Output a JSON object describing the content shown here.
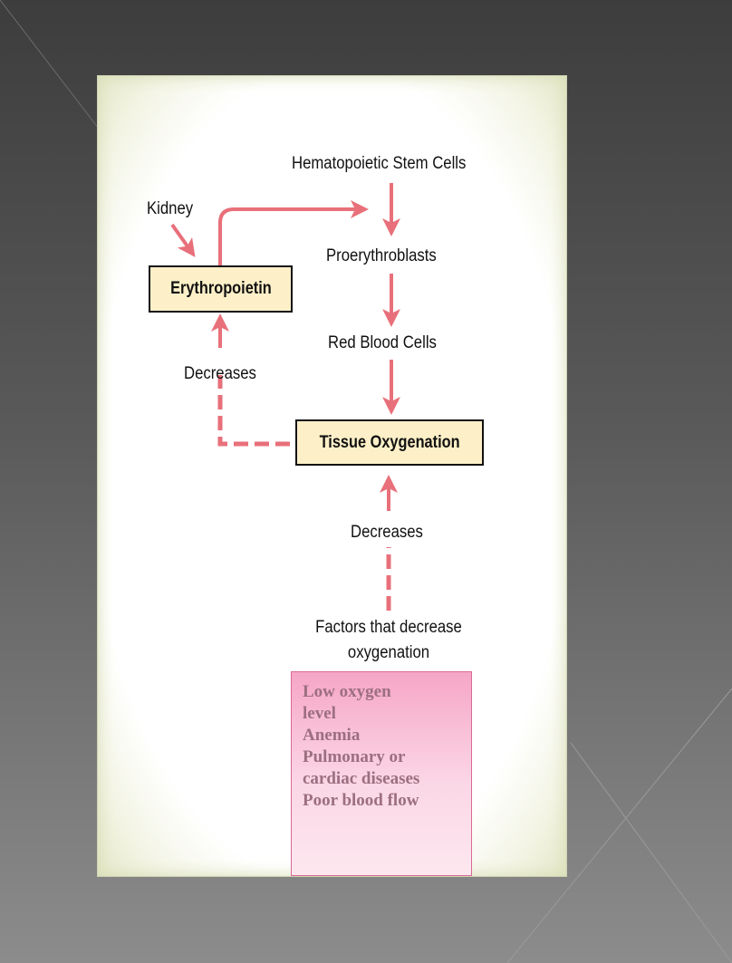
{
  "diagram": {
    "nodes": {
      "stem_cells": "Hematopoietic Stem Cells",
      "kidney": "Kidney",
      "erythropoietin": "Erythropoietin",
      "proerythroblasts": "Proerythroblasts",
      "red_blood_cells": "Red Blood Cells",
      "decreases_left": "Decreases",
      "tissue_oxygenation": "Tissue Oxygenation",
      "decreases_bottom": "Decreases",
      "factors_line1": "Factors that decrease",
      "factors_line2": "oxygenation"
    },
    "factors": [
      "Low oxygen",
      "level",
      "Anemia",
      "Pulmonary or",
      "cardiac diseases",
      "Poor blood flow"
    ],
    "colors": {
      "arrow": "#e8707a",
      "box_fill": "#fdf0c8",
      "factor_text": "#9c6f80"
    }
  }
}
